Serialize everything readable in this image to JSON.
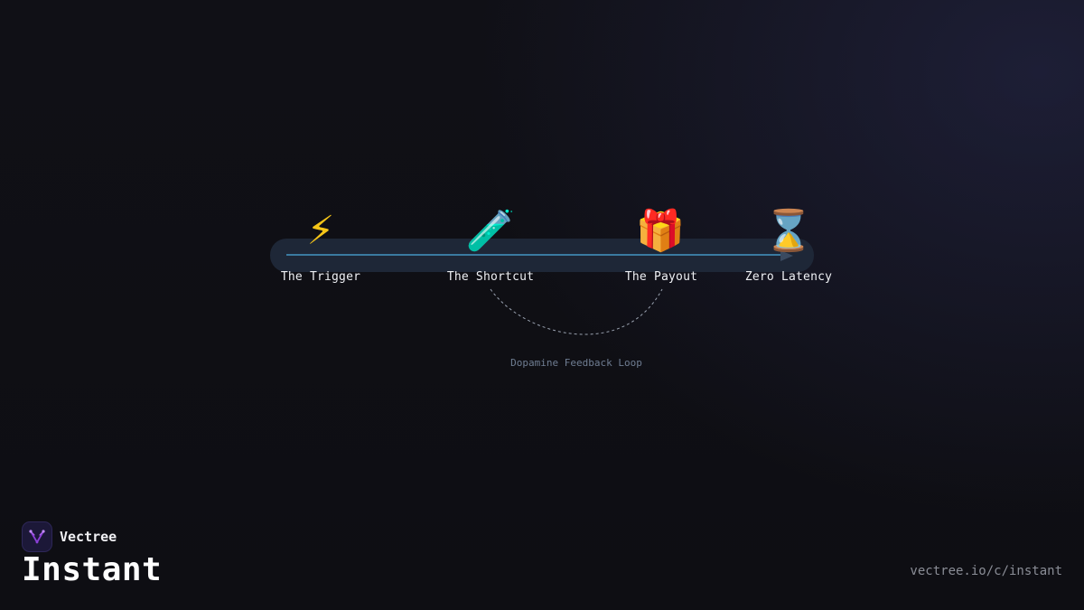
{
  "brand": {
    "name": "Vectree",
    "accent": "#8b3fd6"
  },
  "page": {
    "title": "Instant",
    "url": "vectree.io/c/instant"
  },
  "diagram": {
    "track_color": "#1e2737",
    "line_color": "#3a7aa0",
    "nodes": [
      {
        "icon": "lightning-icon",
        "glyph": "⚡",
        "label": "The Trigger"
      },
      {
        "icon": "test-tube-icon",
        "glyph": "🧪",
        "label": "The Shortcut"
      },
      {
        "icon": "gift-icon",
        "glyph": "🎁",
        "label": "The Payout"
      },
      {
        "icon": "hourglass-icon",
        "glyph": "⌛",
        "label": "Zero Latency"
      }
    ],
    "loop": {
      "label": "Dopamine Feedback Loop",
      "from": "The Shortcut",
      "to": "The Payout"
    }
  }
}
